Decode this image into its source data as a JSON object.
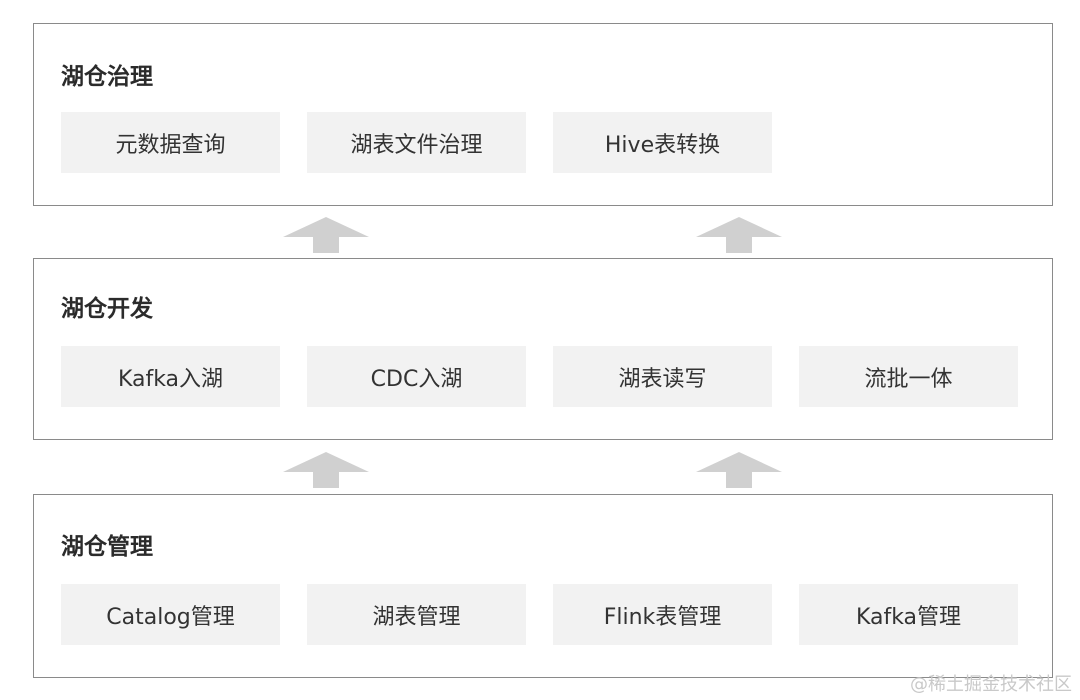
{
  "colors": {
    "border": "#8a8a8a",
    "tile_bg": "#f2f2f2",
    "arrow": "#d0d0d0",
    "text": "#333333"
  },
  "layers": [
    {
      "title": "湖仓治理",
      "items": [
        "元数据查询",
        "湖表文件治理",
        "Hive表转换"
      ]
    },
    {
      "title": "湖仓开发",
      "items": [
        "Kafka入湖",
        "CDC入湖",
        "湖表读写",
        "流批一体"
      ]
    },
    {
      "title": "湖仓管理",
      "items": [
        "Catalog管理",
        "湖表管理",
        "Flink表管理",
        "Kafka管理"
      ]
    }
  ],
  "watermark": "@稀土掘金技术社区"
}
